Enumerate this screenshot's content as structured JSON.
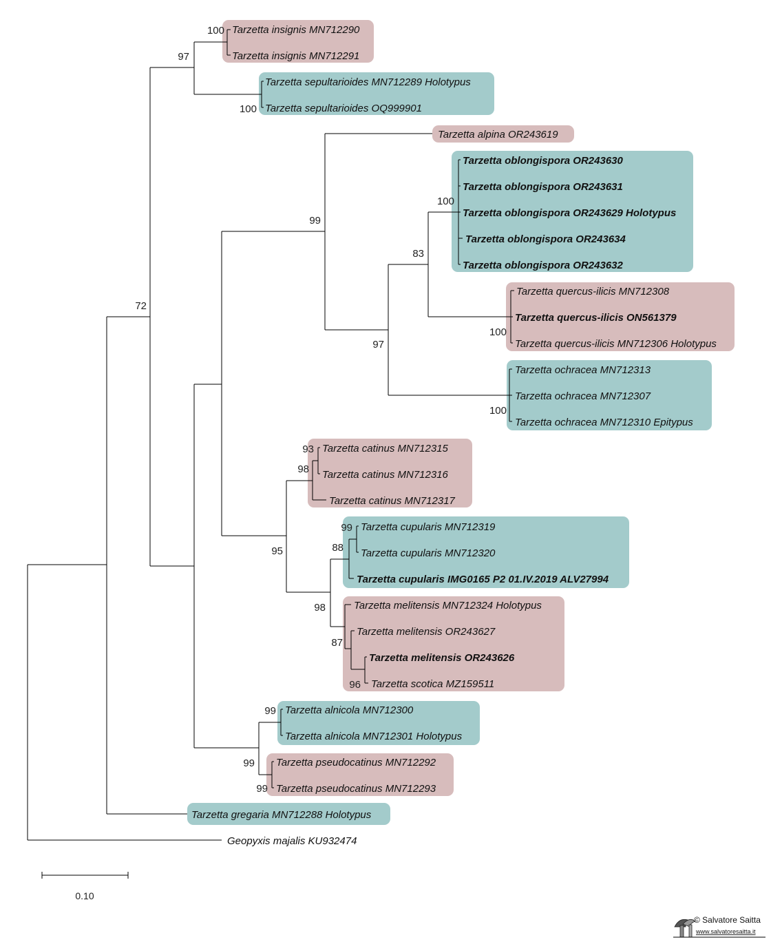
{
  "colors": {
    "pink": "#d7bcbc",
    "teal": "#a3cbcb"
  },
  "taxa": [
    {
      "label": "Tarzetta insignis MN712290",
      "bold": false
    },
    {
      "label": "Tarzetta insignis MN712291",
      "bold": false
    },
    {
      "label": "Tarzetta sepultarioides MN712289 Holotypus",
      "bold": false
    },
    {
      "label": "Tarzetta sepultarioides OQ999901",
      "bold": false
    },
    {
      "label": "Tarzetta alpina OR243619",
      "bold": false
    },
    {
      "label": "Tarzetta oblongispora OR243630",
      "bold": true
    },
    {
      "label": "Tarzetta oblongispora OR243631",
      "bold": true
    },
    {
      "label": "Tarzetta oblongispora OR243629 Holotypus",
      "bold": true
    },
    {
      "label": "Tarzetta oblongispora OR243634",
      "bold": true
    },
    {
      "label": "Tarzetta oblongispora OR243632",
      "bold": true
    },
    {
      "label": "Tarzetta quercus-ilicis MN712308",
      "bold": false
    },
    {
      "label": "Tarzetta quercus-ilicis ON561379",
      "bold": true
    },
    {
      "label": "Tarzetta quercus-ilicis MN712306 Holotypus",
      "bold": false
    },
    {
      "label": "Tarzetta ochracea MN712313",
      "bold": false
    },
    {
      "label": "Tarzetta ochracea MN712307",
      "bold": false
    },
    {
      "label": "Tarzetta ochracea MN712310 Epitypus",
      "bold": false
    },
    {
      "label": "Tarzetta catinus MN712315",
      "bold": false
    },
    {
      "label": "Tarzetta catinus MN712316",
      "bold": false
    },
    {
      "label": "Tarzetta catinus MN712317",
      "bold": false
    },
    {
      "label": "Tarzetta cupularis MN712319",
      "bold": false
    },
    {
      "label": "Tarzetta cupularis MN712320",
      "bold": false
    },
    {
      "label": "Tarzetta cupularis IMG0165 P2 01.IV.2019 ALV27994",
      "bold": true
    },
    {
      "label": "Tarzetta melitensis MN712324 Holotypus",
      "bold": false
    },
    {
      "label": "Tarzetta melitensis OR243627",
      "bold": false
    },
    {
      "label": "Tarzetta melitensis OR243626",
      "bold": true
    },
    {
      "label": "Tarzetta scotica MZ159511",
      "bold": false
    },
    {
      "label": "Tarzetta alnicola MN712300",
      "bold": false
    },
    {
      "label": "Tarzetta alnicola MN712301 Holotypus",
      "bold": false
    },
    {
      "label": "Tarzetta pseudocatinus MN712292",
      "bold": false
    },
    {
      "label": "Tarzetta pseudocatinus MN712293",
      "bold": false
    },
    {
      "label": "Tarzetta gregaria MN712288 Holotypus",
      "bold": false
    },
    {
      "label": "Geopyxis majalis KU932474",
      "bold": false
    }
  ],
  "support_values": [
    "100",
    "97",
    "100",
    "99",
    "100",
    "83",
    "100",
    "97",
    "100",
    "72",
    "93",
    "98",
    "99",
    "88",
    "95",
    "98",
    "87",
    "96",
    "99",
    "99",
    "99"
  ],
  "scale_bar": {
    "label": "0.10"
  },
  "watermark": {
    "name": "© Salvatore Saitta",
    "url": "www.salvatoresaitta.it"
  }
}
